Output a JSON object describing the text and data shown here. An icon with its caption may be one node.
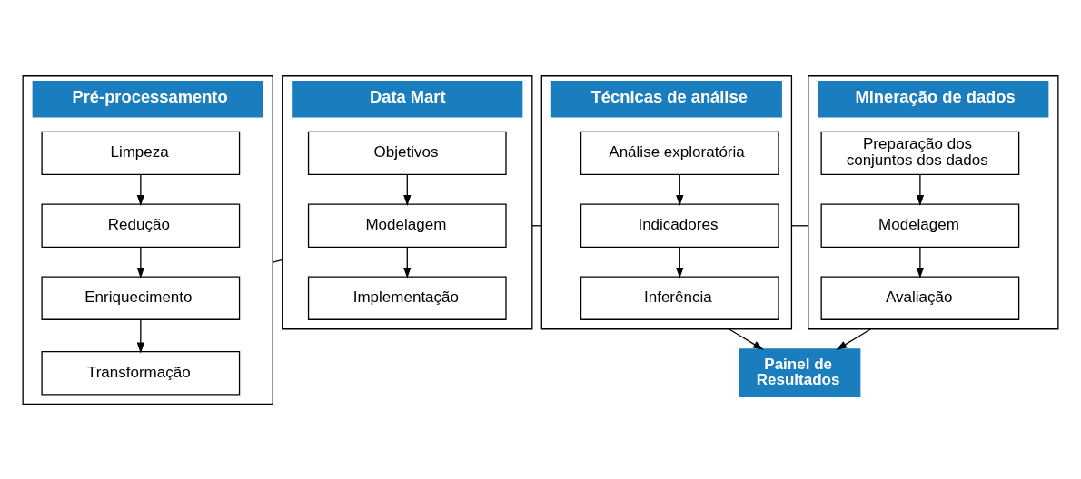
{
  "diagram": {
    "nodes": [
      {
        "text": [
          "Pré-processamento"
        ]
      },
      {
        "text": [
          "Limpeza"
        ],
        "in": 0
      },
      {
        "text": [
          "Redução"
        ],
        "in": 0
      },
      {
        "text": [
          "Enriquecimento"
        ],
        "in": 0
      },
      {
        "text": [
          "Transformação"
        ],
        "in": 0
      },
      {
        "text": [
          "Data Mart"
        ]
      },
      {
        "text": [
          "Objetivos"
        ],
        "in": 5
      },
      {
        "text": [
          "Modelagem"
        ],
        "in": 5
      },
      {
        "text": [
          "Implementação"
        ],
        "in": 5
      },
      {
        "text": [
          "Técnicas de análise"
        ]
      },
      {
        "text": [
          "Análise exploratória"
        ],
        "in": 9
      },
      {
        "text": [
          "Indicadores"
        ],
        "in": 9
      },
      {
        "text": [
          "Inferência"
        ],
        "in": 9
      },
      {
        "text": [
          "Mineração de dados"
        ]
      },
      {
        "text": [
          "Preparação dos conjuntos dos dados"
        ],
        "in": 13
      },
      {
        "text": [
          "Modelagem"
        ],
        "in": 13
      },
      {
        "text": [
          "Avaliação"
        ],
        "in": 13
      },
      {
        "text": [
          "Painel de Resultados"
        ]
      }
    ],
    "edges": [
      {
        "from": 1,
        "to": 2,
        "arrow": "to"
      },
      {
        "from": 2,
        "to": 3,
        "arrow": "to"
      },
      {
        "from": 3,
        "to": 4,
        "arrow": "to"
      },
      {
        "from": 0,
        "to": 5,
        "arrow": "none"
      },
      {
        "from": 6,
        "to": 7,
        "arrow": "to"
      },
      {
        "from": 7,
        "to": 8,
        "arrow": "to"
      },
      {
        "from": 5,
        "to": 9,
        "arrow": "none"
      },
      {
        "from": 10,
        "to": 11,
        "arrow": "to"
      },
      {
        "from": 11,
        "to": 12,
        "arrow": "to"
      },
      {
        "from": 9,
        "to": 13,
        "arrow": "none"
      },
      {
        "from": 14,
        "to": 15,
        "arrow": "to"
      },
      {
        "from": 15,
        "to": 16,
        "arrow": "to"
      },
      {
        "from": 9,
        "to": 17,
        "arrow": "to"
      },
      {
        "from": 13,
        "to": 17,
        "arrow": "to"
      }
    ]
  }
}
